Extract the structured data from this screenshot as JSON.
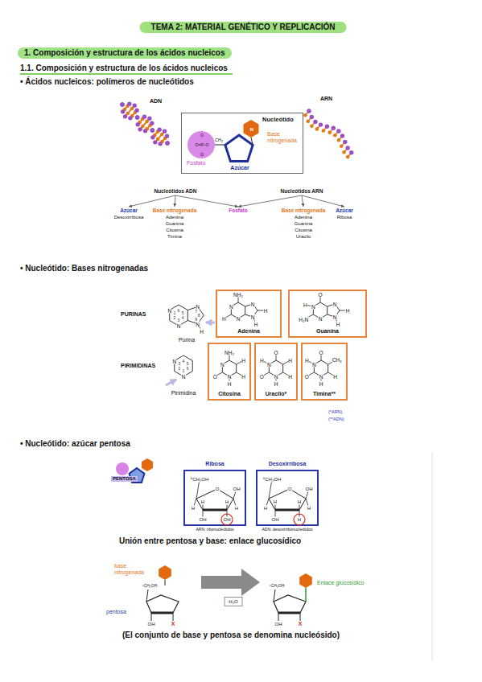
{
  "diagram": {
    "title": "TEMA 2: MATERIAL GENÉTICO Y REPLICACIÓN",
    "caption": "(El conjunto de base y pentosa se denomina nucleósido)",
    "nodes": [
      {
        "text": [
          "1. Composición y estructura de los ácidos nucleicos"
        ]
      },
      {
        "text": [
          "Nucleótido",
          "O",
          "O=P–O",
          "O",
          "CH₂",
          "N",
          "Base nitrogenada",
          "Fosfato",
          "Azúcar"
        ]
      },
      {
        "text": [
          "Nucleótidos ADN"
        ]
      },
      {
        "text": [
          "Nucleótidos ARN"
        ]
      },
      {
        "text": [
          "Azúcar",
          "Desoxirribosa"
        ]
      },
      {
        "text": [
          "Base nitrogenada",
          "Adenina Guanina Citosina Timina"
        ]
      },
      {
        "text": [
          "Fosfato"
        ]
      },
      {
        "text": [
          "Base nitrogenada",
          "Adenina Guanina Citosina Uracilo"
        ]
      },
      {
        "text": [
          "Azúcar",
          "Ribosa"
        ]
      },
      {
        "text": [
          "Adenina",
          "NH₂",
          "N",
          "N",
          "N",
          "N",
          "H",
          "H",
          "H"
        ]
      },
      {
        "text": [
          "Guanina",
          "O",
          "N",
          "H",
          "H₂N",
          "N",
          "N",
          "H",
          "N",
          "H"
        ]
      },
      {
        "text": [
          "Citosina",
          "NH₂",
          "N",
          "O",
          "N",
          "H",
          "H",
          "H"
        ]
      },
      {
        "text": [
          "Uracilo*",
          "O",
          "N",
          "H",
          "O",
          "N",
          "H",
          "H",
          "H"
        ]
      },
      {
        "text": [
          "Timina**",
          "O",
          "N",
          "H",
          "O",
          "N",
          "H",
          "CH₃",
          "H"
        ]
      },
      {
        "text": [
          "Ribosa",
          "⁵CH₂OH",
          "O",
          "OH",
          "H",
          "H",
          "H",
          "H",
          "OH",
          "OH"
        ]
      },
      {
        "text": [
          "Desoxirribosa",
          "⁵CH₂OH",
          "O",
          "OH",
          "H",
          "H",
          "H",
          "H",
          "OH",
          "H"
        ]
      }
    ],
    "edges": [
      {
        "from": 2,
        "to": 4,
        "arrow": "to"
      },
      {
        "from": 2,
        "to": 5,
        "arrow": "to"
      },
      {
        "from": 2,
        "to": 6,
        "arrow": "to"
      },
      {
        "from": 3,
        "to": 6,
        "arrow": "to"
      },
      {
        "from": 3,
        "to": 7,
        "arrow": "to"
      },
      {
        "from": 3,
        "to": 8,
        "arrow": "to"
      }
    ],
    "labels": [
      "1.1. Composición y estructura de los ácidos nucleicos",
      "• Ácidos nucleicos: polímeros de nucleótidos",
      "ADN",
      "ARN",
      "• Nucleótido: Bases nitrogenadas",
      "PURINAS",
      "1",
      "2",
      "3",
      "4",
      "5",
      "6",
      "7",
      "8",
      "9",
      "N",
      "N",
      "N",
      "N",
      "H",
      "Purina",
      "PIRIMIDINAS",
      "1",
      "2",
      "3",
      "4",
      "5",
      "6",
      "N",
      "N",
      "Pirimidina",
      "(*ARN)",
      "(**ADN)",
      "• Nucleótido: azúcar pentosa",
      "PENTOSA",
      "ARN: ribonucleótidos",
      "ADN: desoxirribonucleótidos",
      "Unión entre pentosa y base: enlace glucosídico",
      "base nitrogenada",
      "pentosa",
      "H₂O",
      "Enlace glucosídico",
      "⁵CH₂OH",
      "OH",
      "X",
      "⁵CH₂OH",
      "OH",
      "X"
    ]
  }
}
